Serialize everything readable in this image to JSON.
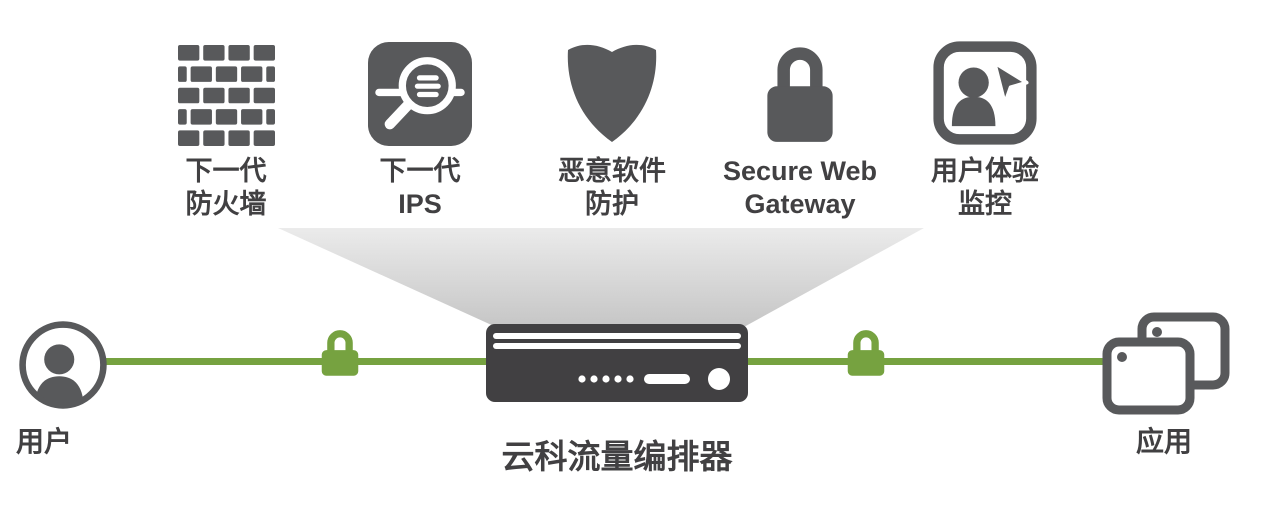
{
  "diagram": {
    "services": [
      {
        "icon": "brick-wall",
        "lines": [
          "下一代",
          "防火墙"
        ]
      },
      {
        "icon": "magnifier-inspection",
        "lines": [
          "下一代",
          "IPS"
        ]
      },
      {
        "icon": "shield",
        "lines": [
          "恶意软件",
          "防护"
        ]
      },
      {
        "icon": "padlock",
        "lines": [
          "Secure Web",
          "Gateway"
        ]
      },
      {
        "icon": "user-cursor",
        "lines": [
          "用户体验",
          "监控"
        ]
      }
    ],
    "endpoints": {
      "user": "用户",
      "orchestrator": "云科流量编排器",
      "application": "应用"
    },
    "colors": {
      "icon_gray": "#58595b",
      "text_dark": "#414042",
      "line_green": "#76a240",
      "funnel_top": "#ebebeb",
      "funnel_bottom": "#c6c6c6"
    }
  }
}
